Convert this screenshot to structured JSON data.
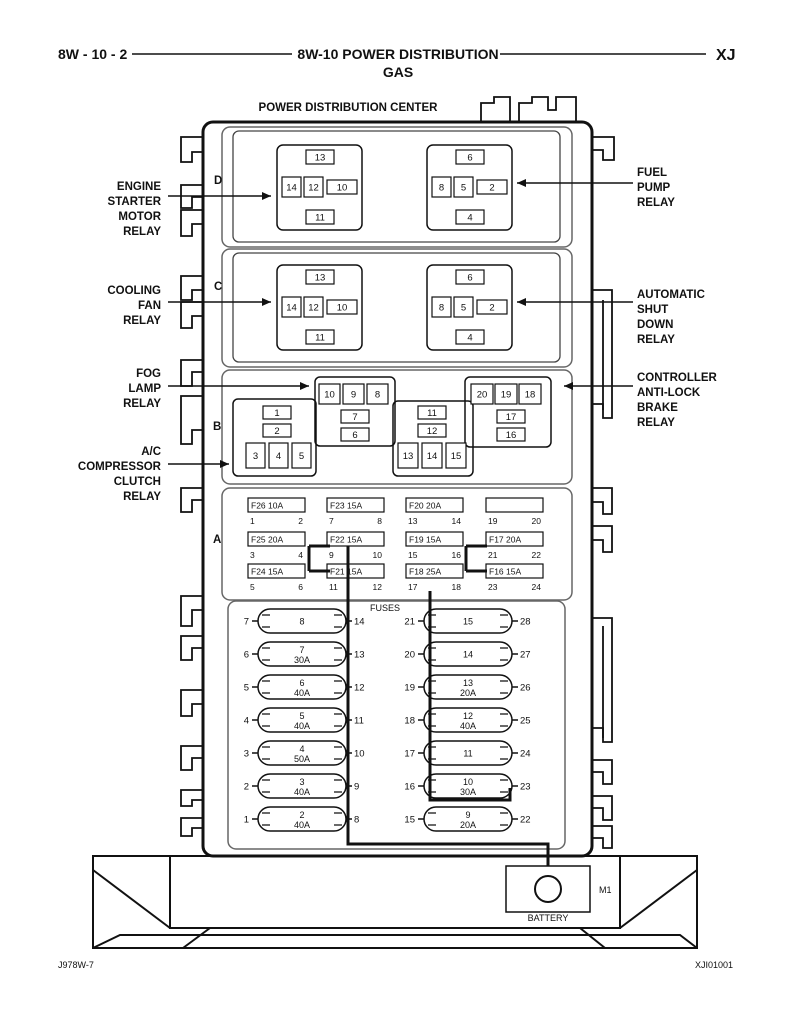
{
  "header": {
    "left": "8W - 10 - 2",
    "center": "8W-10 POWER DISTRIBUTION",
    "sub": "GAS",
    "right": "XJ"
  },
  "pdc_title": "POWER DISTRIBUTION CENTER",
  "rows": {
    "a": "A",
    "b": "B",
    "c": "C",
    "d": "D"
  },
  "labels": {
    "engine_starter": [
      "ENGINE",
      "STARTER",
      "MOTOR",
      "RELAY"
    ],
    "fuel_pump": [
      "FUEL",
      "PUMP",
      "RELAY"
    ],
    "cooling_fan": [
      "COOLING",
      "FAN",
      "RELAY"
    ],
    "asd": [
      "AUTOMATIC",
      "SHUT",
      "DOWN",
      "RELAY"
    ],
    "fog_lamp": [
      "FOG",
      "LAMP",
      "RELAY"
    ],
    "abs": [
      "CONTROLLER",
      "ANTI-LOCK",
      "BRAKE",
      "RELAY"
    ],
    "ac": [
      "A/C",
      "COMPRESSOR",
      "CLUTCH",
      "RELAY"
    ]
  },
  "relay_pins": {
    "left": {
      "top": "13",
      "l": "14",
      "c": "12",
      "r": "10",
      "bottom": "11"
    },
    "right": {
      "top": "6",
      "l": "8",
      "c": "5",
      "r": "2",
      "bottom": "4"
    }
  },
  "row_b": {
    "fog": {
      "top": [
        "10",
        "9",
        "8"
      ],
      "mid": "7",
      "bot": "6"
    },
    "ac": {
      "a": "1",
      "b": "2",
      "c": [
        "3",
        "4",
        "5"
      ]
    },
    "mid": {
      "a": "11",
      "b": "12",
      "c": [
        "13",
        "14",
        "15"
      ]
    },
    "abs": {
      "top": [
        "20",
        "19",
        "18"
      ],
      "mid": "17",
      "bot": "16"
    }
  },
  "mini_fuses": [
    {
      "label": "F26 10A",
      "left": "1",
      "right": "2"
    },
    {
      "label": "F23 15A",
      "left": "7",
      "right": "8"
    },
    {
      "label": "F20 20A",
      "left": "13",
      "right": "14"
    },
    {
      "label": "",
      "left": "19",
      "right": "20"
    },
    {
      "label": "F25 20A",
      "left": "3",
      "right": "4"
    },
    {
      "label": "F22 15A",
      "left": "9",
      "right": "10"
    },
    {
      "label": "F19 15A",
      "left": "15",
      "right": "16"
    },
    {
      "label": "F17 20A",
      "left": "21",
      "right": "22"
    },
    {
      "label": "F24 15A",
      "left": "5",
      "right": "6"
    },
    {
      "label": "F21 15A",
      "left": "11",
      "right": "12"
    },
    {
      "label": "F18 25A",
      "left": "17",
      "right": "18"
    },
    {
      "label": "F16 15A",
      "left": "23",
      "right": "24"
    }
  ],
  "fuses_title": "FUSES",
  "maxi_left": [
    {
      "in": "7",
      "name": "8",
      "amp": "",
      "out": "14"
    },
    {
      "in": "6",
      "name": "7",
      "amp": "30A",
      "out": "13"
    },
    {
      "in": "5",
      "name": "6",
      "amp": "40A",
      "out": "12"
    },
    {
      "in": "4",
      "name": "5",
      "amp": "40A",
      "out": "11"
    },
    {
      "in": "3",
      "name": "4",
      "amp": "50A",
      "out": "10"
    },
    {
      "in": "2",
      "name": "3",
      "amp": "40A",
      "out": "9"
    },
    {
      "in": "1",
      "name": "2",
      "amp": "40A",
      "out": "8"
    }
  ],
  "maxi_right": [
    {
      "in": "21",
      "name": "15",
      "amp": "",
      "out": "28"
    },
    {
      "in": "20",
      "name": "14",
      "amp": "",
      "out": "27"
    },
    {
      "in": "19",
      "name": "13",
      "amp": "20A",
      "out": "26"
    },
    {
      "in": "18",
      "name": "12",
      "amp": "40A",
      "out": "25"
    },
    {
      "in": "17",
      "name": "11",
      "amp": "",
      "out": "24"
    },
    {
      "in": "16",
      "name": "10",
      "amp": "30A",
      "out": "23"
    },
    {
      "in": "15",
      "name": "9",
      "amp": "20A",
      "out": "22"
    }
  ],
  "battery": {
    "id": "M1",
    "label": "BATTERY"
  },
  "footer": {
    "left": "J978W-7",
    "right": "XJI01001"
  }
}
